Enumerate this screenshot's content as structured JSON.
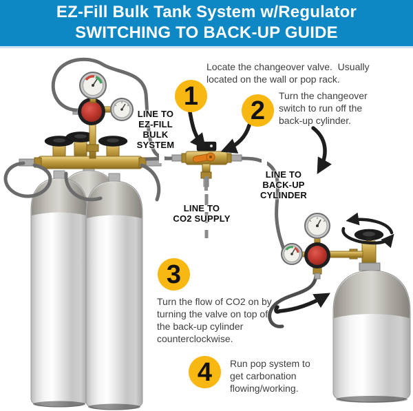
{
  "header": {
    "title_line1": "EZ-Fill Bulk Tank System w/Regulator",
    "title_line2": "SWITCHING TO BACK-UP GUIDE"
  },
  "steps": [
    {
      "number": "1",
      "text": "Locate the changeover valve.  Usually\nlocated on the wall or pop rack."
    },
    {
      "number": "2",
      "text": "Turn the changeover\nswitch to run off the\nback-up cylinder."
    },
    {
      "number": "3",
      "text": "Turn the flow of CO2 on by\nturning the valve on top of\nthe back-up cylinder\ncounterclockwise."
    },
    {
      "number": "4",
      "text": "Run pop system to\nget carbonation\nflowing/working."
    }
  ],
  "labels": {
    "line_to_ezfill": "LINE TO\nEZ-FILL\nBULK\nSYSTEM",
    "line_to_backup": "LINE TO\nBACK-UP\nCYLINDER",
    "line_to_co2": "LINE TO\nCO2 SUPPLY"
  },
  "colors": {
    "banner_bg": "#0E87C5",
    "banner_text": "#FFFFFF",
    "step_circle": "#F9B712",
    "step_number": "#121212",
    "body_text": "#3E3E3E",
    "label_text": "#0D0D0D",
    "hose_gray": "#6B6B6B",
    "arrow_black": "#1E1E1E",
    "lever_orange": "#E07B1A",
    "knob_red": "#C0322A"
  }
}
